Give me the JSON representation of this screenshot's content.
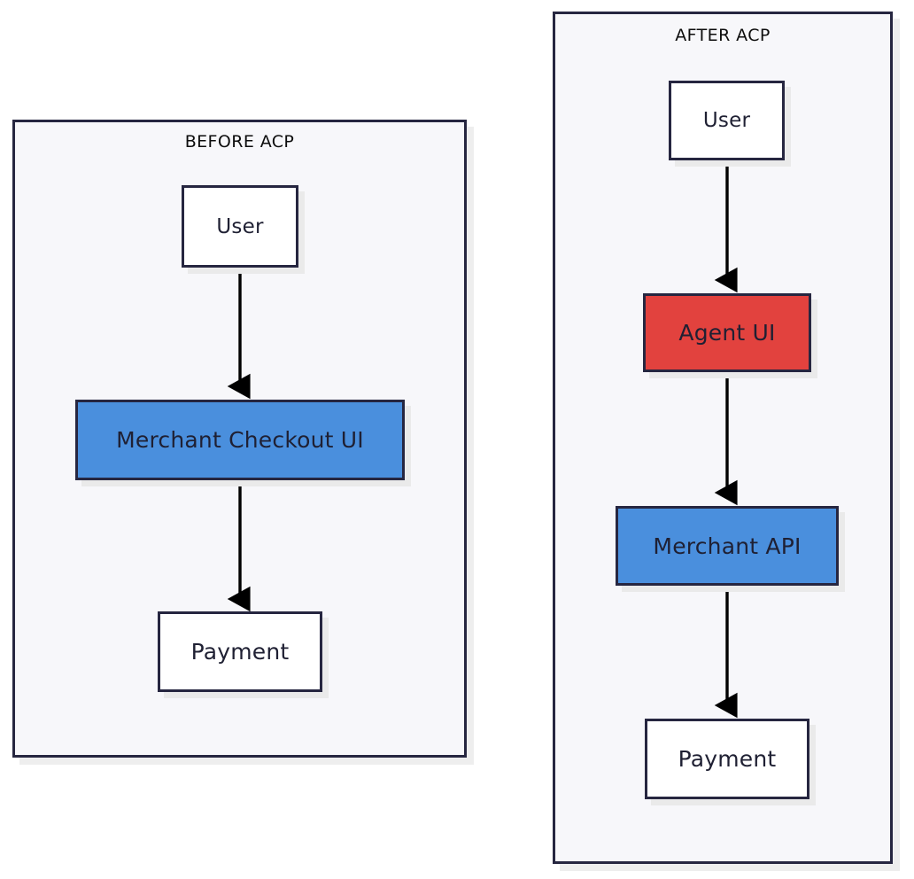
{
  "diagram": {
    "type": "flowchart",
    "title": "",
    "orientation": "top-to-bottom",
    "panels": [
      {
        "id": "before",
        "title": "BEFORE ACP",
        "nodes": [
          {
            "id": "before-user",
            "label": "User",
            "fill": "#ffffff",
            "shape": "rect"
          },
          {
            "id": "before-checkout",
            "label": "Merchant Checkout UI",
            "fill": "#4a8fdd",
            "shape": "rect"
          },
          {
            "id": "before-payment",
            "label": "Payment",
            "fill": "#ffffff",
            "shape": "rect"
          }
        ],
        "edges": [
          {
            "from": "before-user",
            "to": "before-checkout",
            "label": "",
            "arrow": "down"
          },
          {
            "from": "before-checkout",
            "to": "before-payment",
            "label": "",
            "arrow": "down"
          }
        ]
      },
      {
        "id": "after",
        "title": "AFTER ACP",
        "nodes": [
          {
            "id": "after-user",
            "label": "User",
            "fill": "#ffffff",
            "shape": "rect"
          },
          {
            "id": "after-agent",
            "label": "Agent UI",
            "fill": "#e2423e",
            "shape": "rect"
          },
          {
            "id": "after-merchant",
            "label": "Merchant API",
            "fill": "#4a8fdd",
            "shape": "rect"
          },
          {
            "id": "after-payment",
            "label": "Payment",
            "fill": "#ffffff",
            "shape": "rect"
          }
        ],
        "edges": [
          {
            "from": "after-user",
            "to": "after-agent",
            "label": "",
            "arrow": "down"
          },
          {
            "from": "after-agent",
            "to": "after-merchant",
            "label": "",
            "arrow": "down"
          },
          {
            "from": "after-merchant",
            "to": "after-payment",
            "label": "",
            "arrow": "down"
          }
        ]
      }
    ],
    "colors": {
      "canvas_background": "#ffffff",
      "panel_background": "#f7f7fa",
      "node_background": "#ffffff",
      "accent_blue": "#4a8fdd",
      "accent_red": "#e2423e",
      "stroke": "#262640",
      "edge": "#000000",
      "shadow": "#eaeaea",
      "text": "#1f2033",
      "title_text": "#0d0d0d"
    }
  }
}
